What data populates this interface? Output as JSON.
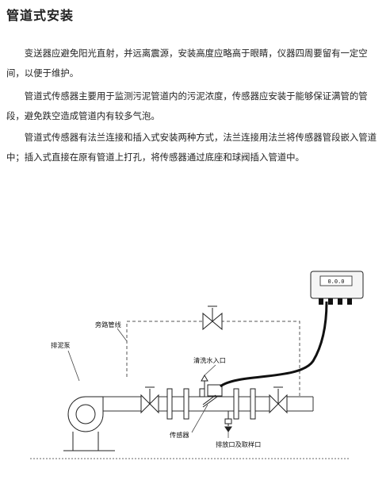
{
  "heading": "管道式安装",
  "paragraphs": [
    "变送器应避免阳光直射，并远离震源，安装高度应略高于眼睛，仪器四周要留有一定空间，以便于维护。",
    "管道式传感器主要用于监测污泥管道内的污泥浓度，传感器应安装于能够保证满管的管段，避免跌空造成管道内有较多气泡。",
    "管道式传感器有法兰连接和插入式安装两种方式，法兰连接用法兰将传感器管段嵌入管道中；插入式直接在原有管道上打孔，将传感器通过底座和球阀插入管道中。"
  ],
  "diagram": {
    "labels": {
      "bypass": "旁路管线",
      "pump": "排泥泵",
      "cleaning_inlet": "清洗水入口",
      "sensor": "传感器",
      "drain": "排放口及取样口"
    },
    "transmitter_display": "0.0.0"
  }
}
